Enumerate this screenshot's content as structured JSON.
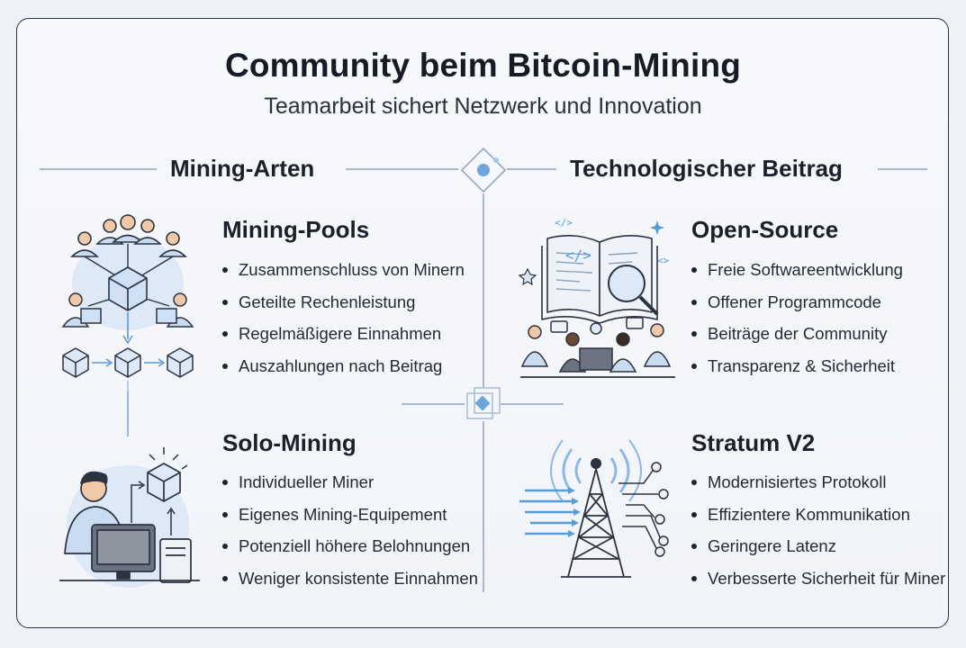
{
  "header": {
    "title": "Community beim Bitcoin-Mining",
    "subtitle": "Teamarbeit sichert Netzwerk und Innovation"
  },
  "sections": {
    "left": {
      "heading": "Mining-Arten"
    },
    "right": {
      "heading": "Technologischer Beitrag"
    }
  },
  "items": [
    {
      "title": "Mining-Pools",
      "icon": "mining-pool-network-icon",
      "bullets": [
        "Zusammenschluss von Minern",
        "Geteilte Rechenleistung",
        "Regelmäßigere Einnahmen",
        "Auszahlungen nach Beitrag"
      ]
    },
    {
      "title": "Solo-Mining",
      "icon": "solo-miner-computer-icon",
      "bullets": [
        "Individueller Miner",
        "Eigenes Mining-Equipement",
        "Potenziell höhere Belohnungen",
        "Weniger konsistente Einnahmen"
      ]
    },
    {
      "title": "Open-Source",
      "icon": "open-book-code-icon",
      "bullets": [
        "Freie Softwareentwicklung",
        "Offener Programmcode",
        "Beiträge der Community",
        "Transparenz & Sicherheit"
      ]
    },
    {
      "title": "Stratum V2",
      "icon": "signal-tower-icon",
      "bullets": [
        "Modernisiertes Protokoll",
        "Effizientere Kommunikation",
        "Geringere Latenz",
        "Verbesserte Sicherheit für Miner"
      ]
    }
  ],
  "colors": {
    "accent_blue": "#5b9bd5",
    "light_blue": "#dce8f6",
    "dark": "#2c3340",
    "divider": "#a9b8cc"
  }
}
